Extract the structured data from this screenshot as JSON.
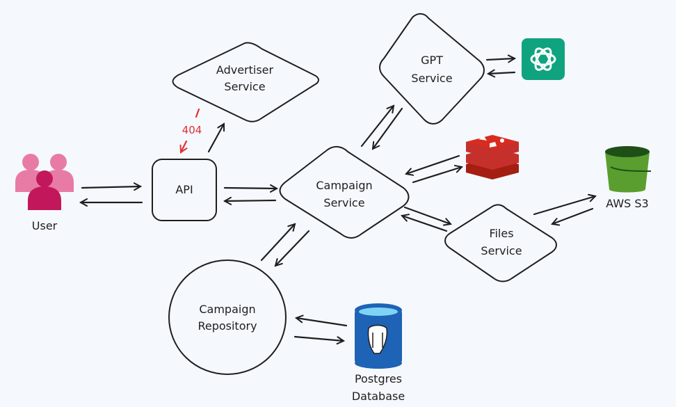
{
  "nodes": {
    "advertiser": {
      "line1": "Advertiser",
      "line2": "Service"
    },
    "gpt": {
      "line1": "GPT",
      "line2": "Service"
    },
    "api": {
      "label": "API"
    },
    "campaign_service": {
      "line1": "Campaign",
      "line2": "Service"
    },
    "files": {
      "line1": "Files",
      "line2": "Service"
    },
    "campaign_repo": {
      "line1": "Campaign",
      "line2": "Repository"
    },
    "user": {
      "label": "User"
    },
    "aws": {
      "label": "AWS S3"
    },
    "postgres": {
      "line1": "Postgres",
      "line2": "Database"
    }
  },
  "error_code": "404",
  "colors": {
    "user_pink": "#e87ba6",
    "user_dark": "#c2185b",
    "openai_green": "#10a37f",
    "redis_red": "#c6302b",
    "s3_green": "#5a9e2f",
    "postgres_blue": "#1e63b5",
    "error_red": "#e03131"
  },
  "icons": [
    "users-icon",
    "openai-icon",
    "redis-icon",
    "aws-s3-bucket-icon",
    "postgres-database-icon"
  ]
}
